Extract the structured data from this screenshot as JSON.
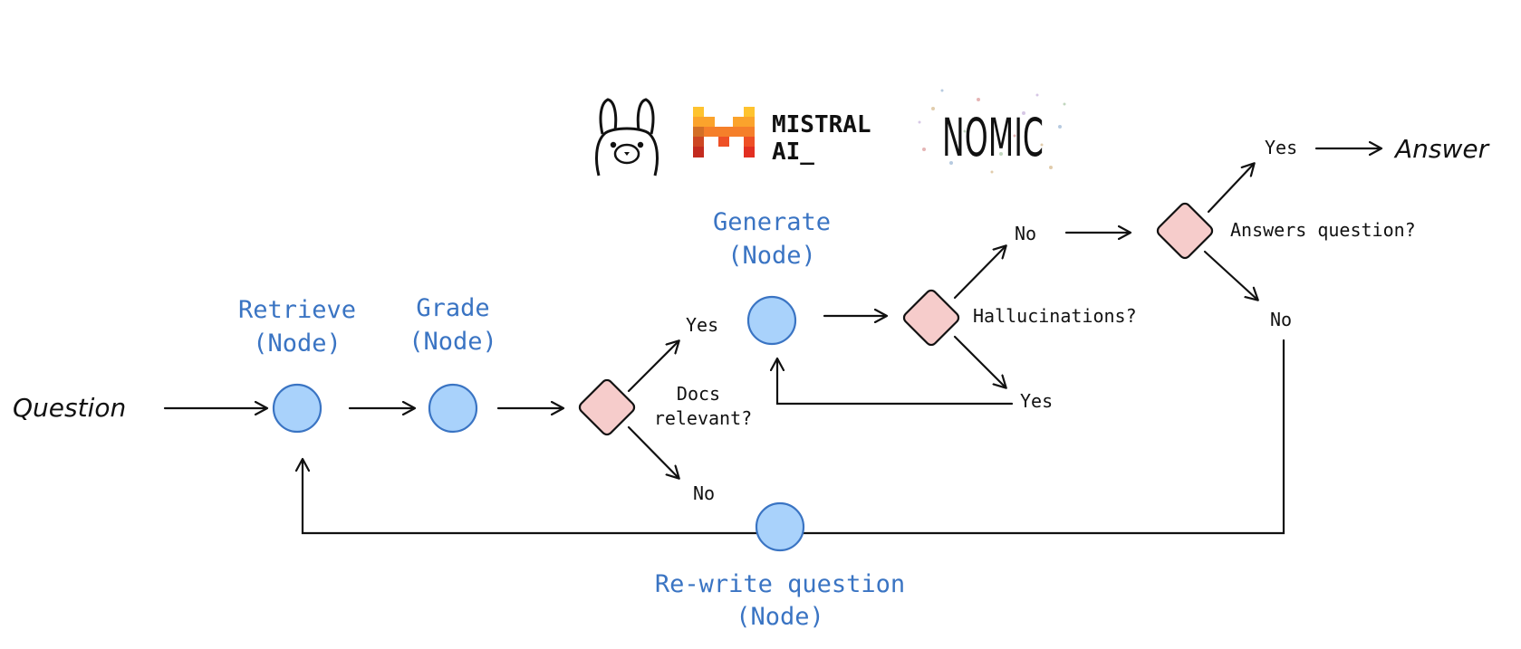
{
  "logos": {
    "ollama": {
      "icon": "ollama-llama-icon"
    },
    "mistral": {
      "line1": "MISTRAL",
      "line2": "AI_",
      "colors": [
        "#fec32f",
        "#fba32c",
        "#f57f2a",
        "#ee5026",
        "#e22f22"
      ]
    },
    "nomic": {
      "text": "NOMIC"
    }
  },
  "start": {
    "label": "Question"
  },
  "end": {
    "label": "Answer"
  },
  "nodes": {
    "retrieve": {
      "line1": "Retrieve",
      "line2": "(Node)"
    },
    "grade": {
      "line1": "Grade",
      "line2": "(Node)"
    },
    "generate": {
      "line1": "Generate",
      "line2": "(Node)"
    },
    "rewrite": {
      "line1": "Re-write question",
      "line2": "(Node)"
    }
  },
  "decisions": {
    "docs_relevant": {
      "line1": "Docs",
      "line2": "relevant?"
    },
    "hallucinations": {
      "label": "Hallucinations?"
    },
    "answers_question": {
      "label": "Answers question?"
    }
  },
  "edges": {
    "docs_yes": "Yes",
    "docs_no": "No",
    "halluc_no": "No",
    "halluc_yes": "Yes",
    "answers_yes": "Yes",
    "answers_no": "No"
  },
  "colors": {
    "node_fill": "#a9d2fb",
    "node_stroke": "#3a74c3",
    "node_title": "#3a74c3",
    "decision_fill": "#f6cccb"
  }
}
